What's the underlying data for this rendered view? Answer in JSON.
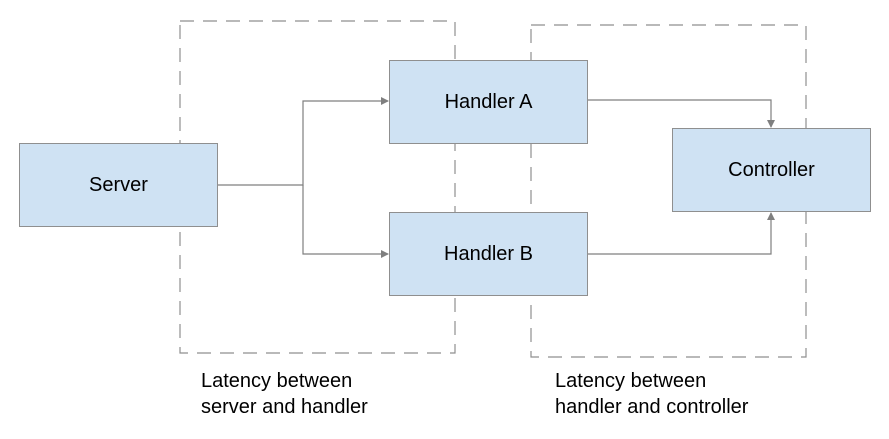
{
  "nodes": {
    "server": "Server",
    "handler_a": "Handler A",
    "handler_b": "Handler B",
    "controller": "Controller"
  },
  "regions": {
    "server_handler": {
      "line1": "Latency between",
      "line2": "server and handler"
    },
    "handler_controller": {
      "line1": "Latency between",
      "line2": "handler and controller"
    }
  },
  "colors": {
    "node_fill": "#cfe2f3",
    "node_border": "#8f8f8f",
    "edge": "#7f7f7f",
    "region_border": "#8f8f8f"
  }
}
